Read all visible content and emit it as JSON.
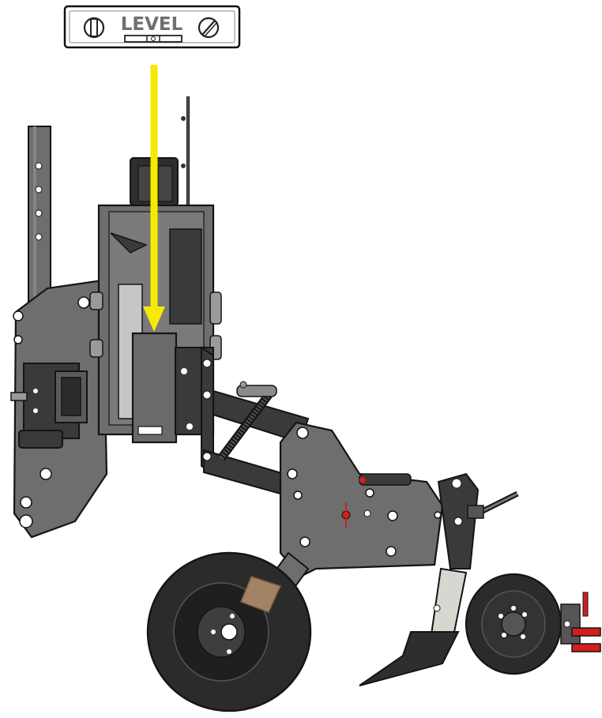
{
  "level_tool": {
    "label": "LEVEL",
    "icons": [
      "screw-slot-icon",
      "screw-slot-icon"
    ]
  },
  "indicator": {
    "color": "#f5eb00",
    "icon": "arrow-down-icon"
  },
  "machine": {
    "frame_color": "#6e6e6e",
    "dark_color": "#3a3a3a",
    "outline_color": "#141414",
    "accent_color": "#d21e1e",
    "tire_color": "#2b2b2b",
    "components": [
      "toolbar-post",
      "mount-bracket",
      "parallel-linkage",
      "down-pressure-spring",
      "row-unit-frame",
      "gauge-wheel",
      "shank",
      "closing-disc",
      "rear-attachment"
    ]
  }
}
